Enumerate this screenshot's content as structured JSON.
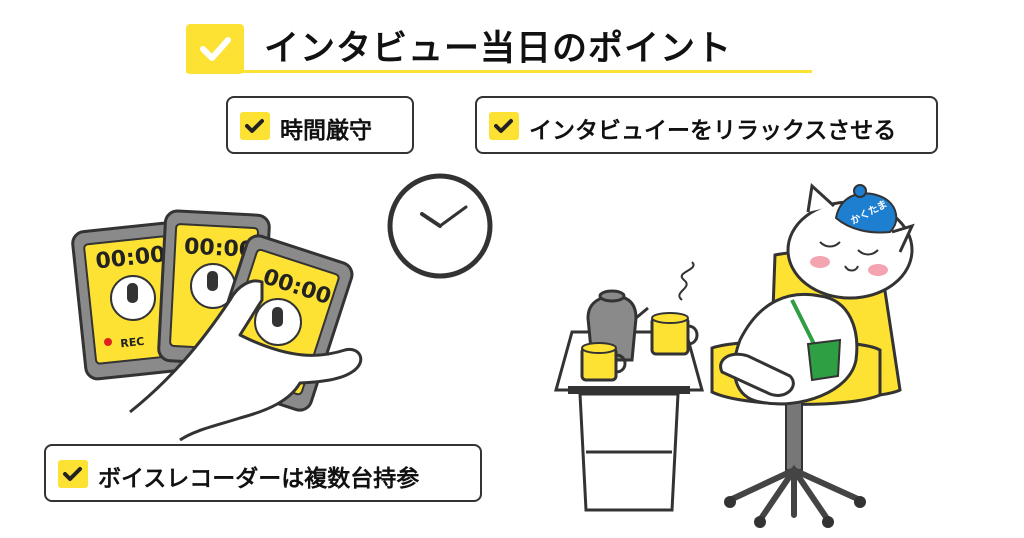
{
  "header": {
    "title": "インタビュー当日のポイント"
  },
  "points": {
    "punctual": "時間厳守",
    "relax": "インタビュイーをリラックスさせる",
    "recorder": "ボイスレコーダーは複数台持参"
  },
  "phones": {
    "timer": "00:00",
    "rec": "REC"
  },
  "cat": {
    "hat_text": "かくたま"
  },
  "colors": {
    "accent": "#fde234",
    "ink": "#333333",
    "cat_hat": "#1e7fd1",
    "bag": "#2ea043"
  }
}
